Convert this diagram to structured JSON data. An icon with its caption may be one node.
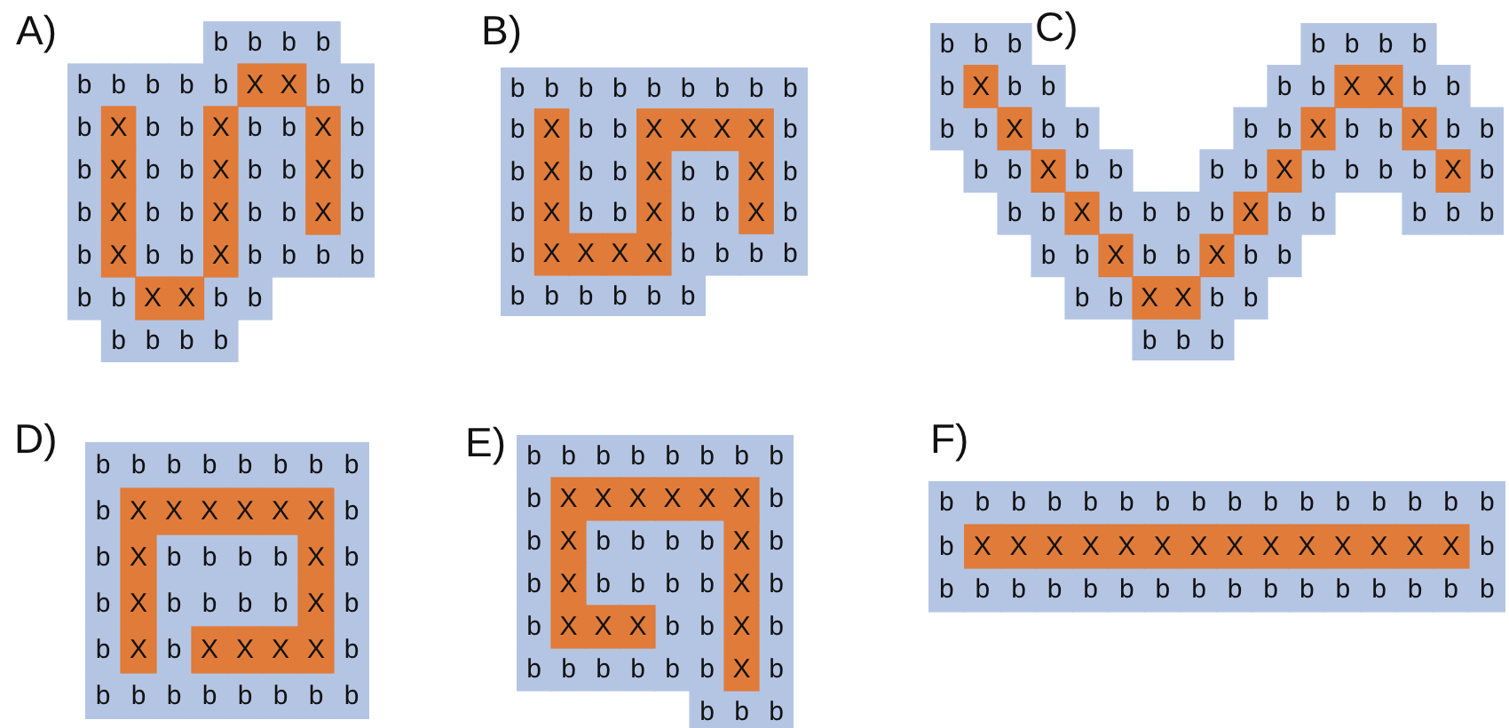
{
  "diagram": {
    "nodes": [
      {
        "text": [
          "A)",
          "b",
          "b",
          "b",
          "b",
          "b",
          "b",
          "b",
          "b",
          "b",
          "X",
          "X",
          "b",
          "b",
          "b",
          "X",
          "b",
          "b",
          "X",
          "b",
          "b",
          "X",
          "b",
          "b",
          "X",
          "b",
          "b",
          "X",
          "b",
          "b",
          "X",
          "b",
          "b",
          "X",
          "b",
          "b",
          "X",
          "b",
          "b",
          "X",
          "b",
          "b",
          "X",
          "b",
          "b",
          "X",
          "b",
          "b",
          "b",
          "b",
          "b",
          "b",
          "X",
          "X",
          "b",
          "b",
          "b",
          "b",
          "b",
          "b"
        ]
      },
      {
        "text": [
          "B)",
          "b",
          "b",
          "b",
          "b",
          "b",
          "b",
          "b",
          "b",
          "b",
          "b",
          "X",
          "b",
          "b",
          "X",
          "X",
          "X",
          "X",
          "b",
          "b",
          "X",
          "b",
          "b",
          "X",
          "b",
          "b",
          "X",
          "b",
          "b",
          "X",
          "b",
          "b",
          "X",
          "b",
          "b",
          "X",
          "b",
          "b",
          "X",
          "X",
          "X",
          "X",
          "b",
          "b",
          "b",
          "b",
          "b",
          "b",
          "b",
          "b",
          "b",
          "b"
        ]
      },
      {
        "text": [
          "C)",
          "b",
          "b",
          "b",
          "b",
          "b",
          "b",
          "b",
          "b",
          "X",
          "b",
          "b",
          "b",
          "b",
          "X",
          "X",
          "b",
          "b",
          "b",
          "b",
          "X",
          "b",
          "b",
          "b",
          "b",
          "X",
          "b",
          "b",
          "X",
          "b",
          "b",
          "b",
          "b",
          "X",
          "b",
          "b",
          "b",
          "b",
          "X",
          "b",
          "b",
          "b",
          "b",
          "X",
          "b",
          "b",
          "b",
          "X",
          "b",
          "b",
          "b",
          "b",
          "X",
          "b",
          "b",
          "b",
          "b",
          "b",
          "b",
          "b",
          "X",
          "b",
          "b",
          "X",
          "b",
          "b",
          "b",
          "b",
          "X",
          "X",
          "b",
          "b",
          "b",
          "b",
          "b"
        ]
      },
      {
        "text": [
          "D)",
          "b",
          "b",
          "b",
          "b",
          "b",
          "b",
          "b",
          "b",
          "b",
          "X",
          "X",
          "X",
          "X",
          "X",
          "X",
          "b",
          "b",
          "X",
          "b",
          "b",
          "b",
          "b",
          "X",
          "b",
          "b",
          "X",
          "b",
          "b",
          "b",
          "b",
          "X",
          "b",
          "b",
          "X",
          "b",
          "X",
          "X",
          "X",
          "X",
          "b",
          "b",
          "b",
          "b",
          "b",
          "b",
          "b",
          "b",
          "b"
        ]
      },
      {
        "text": [
          "E)",
          "b",
          "b",
          "b",
          "b",
          "b",
          "b",
          "b",
          "b",
          "b",
          "X",
          "X",
          "X",
          "X",
          "X",
          "X",
          "b",
          "b",
          "X",
          "b",
          "b",
          "b",
          "b",
          "X",
          "b",
          "b",
          "X",
          "b",
          "b",
          "b",
          "b",
          "X",
          "b",
          "b",
          "X",
          "X",
          "X",
          "b",
          "b",
          "X",
          "b",
          "b",
          "b",
          "b",
          "b",
          "b",
          "b",
          "X",
          "b",
          "b",
          "b",
          "b"
        ]
      },
      {
        "text": [
          "F)",
          "b",
          "b",
          "b",
          "b",
          "b",
          "b",
          "b",
          "b",
          "b",
          "b",
          "b",
          "b",
          "b",
          "b",
          "b",
          "b",
          "b",
          "X",
          "X",
          "X",
          "X",
          "X",
          "X",
          "X",
          "X",
          "X",
          "X",
          "X",
          "X",
          "X",
          "X",
          "b",
          "b",
          "b",
          "b",
          "b",
          "b",
          "b",
          "b",
          "b",
          "b",
          "b",
          "b",
          "b",
          "b",
          "b",
          "b",
          "b"
        ]
      }
    ]
  }
}
